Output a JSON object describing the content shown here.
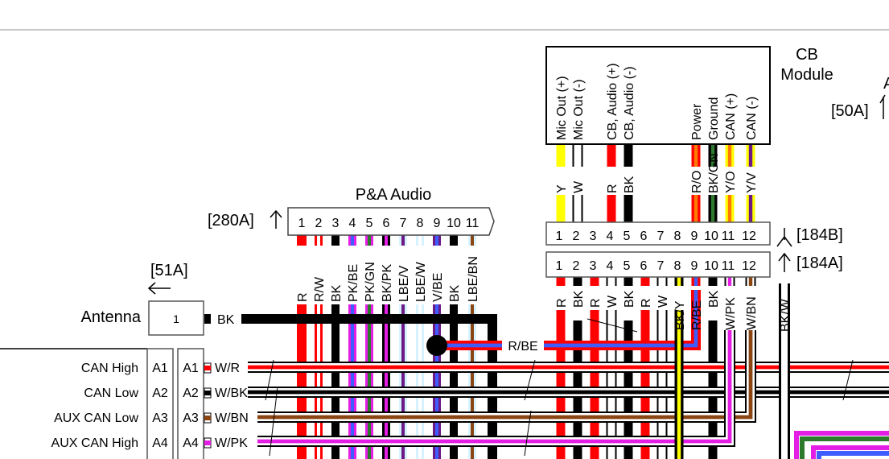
{
  "colors": {
    "R": "#ff0000",
    "BK": "#000000",
    "W": "#ffffff",
    "Y": "#ffff00",
    "PK": "#e41ee4",
    "BE": "#3f5cff",
    "GN": "#2d7a2d",
    "V": "#6b1a86",
    "LBE": "#d6f3ff",
    "BN": "#8b4513",
    "O": "#ff7a00"
  },
  "pa_audio": {
    "title": "P&A Audio",
    "ref": "[280A]",
    "pins": [
      "1",
      "2",
      "3",
      "4",
      "5",
      "6",
      "7",
      "8",
      "9",
      "10",
      "11"
    ],
    "wires": [
      "R",
      "R/W",
      "BK",
      "PK/BE",
      "PK/GN",
      "BK/PK",
      "LBE/V",
      "LBE/W",
      "V/BE",
      "BK",
      "LBE/BN"
    ]
  },
  "cb_module": {
    "title_line1": "CB",
    "title_line2": "Module",
    "functions": [
      "Mic Out (+)",
      "Mic Out (-)",
      "",
      "CB, Audio (+)",
      "CB, Audio (-)",
      "",
      "",
      "",
      "Power",
      "Ground",
      "CAN (+)",
      "CAN (-)"
    ],
    "wires": [
      "Y",
      "W",
      "",
      "R",
      "BK",
      "",
      "",
      "",
      "R/O",
      "BK/GN",
      "Y/O",
      "Y/V"
    ]
  },
  "conn_184b": {
    "ref": "[184B]",
    "pins": [
      "1",
      "2",
      "3",
      "4",
      "5",
      "6",
      "7",
      "8",
      "9",
      "10",
      "11",
      "12"
    ]
  },
  "conn_184a": {
    "ref": "[184A]",
    "pins": [
      "1",
      "2",
      "3",
      "4",
      "5",
      "6",
      "7",
      "8",
      "9",
      "10",
      "11",
      "12"
    ],
    "wires": [
      "R",
      "BK",
      "R",
      "W",
      "BK",
      "R",
      "W",
      "BK/Y",
      "R/BE",
      "BK",
      "W/PK",
      "W/BN"
    ]
  },
  "bkw_wire": "BK/W",
  "ref_50a": "[50A]",
  "ref_50a_cut": "A",
  "antenna": {
    "label": "Antenna",
    "ref": "[51A]",
    "pin": "1",
    "wire": "BK"
  },
  "splice_wire": "R/BE",
  "can_connector": {
    "rows": [
      {
        "signal": "CAN High",
        "pin_a": "A1",
        "pin_b": "A1",
        "wire": "W/R"
      },
      {
        "signal": "CAN Low",
        "pin_a": "A2",
        "pin_b": "A2",
        "wire": "W/BK"
      },
      {
        "signal": "AUX CAN Low",
        "pin_a": "A3",
        "pin_b": "A3",
        "wire": "W/BN"
      },
      {
        "signal": "AUX CAN High",
        "pin_a": "A4",
        "pin_b": "A4",
        "wire": "W/PK"
      }
    ]
  }
}
